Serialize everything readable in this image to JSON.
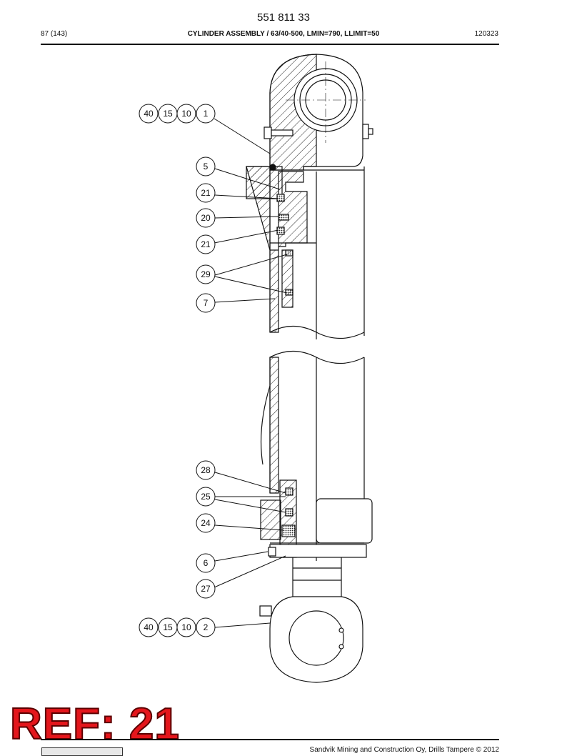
{
  "header": {
    "doc_number": "551 811 33",
    "page_counter": "87 (143)",
    "title": "CYLINDER ASSEMBLY / 63/40-500, LMIN=790, LLIMIT=50",
    "date_code": "120323"
  },
  "callouts": [
    {
      "id": "c1",
      "labels": [
        "40",
        "15",
        "10",
        "1"
      ]
    },
    {
      "id": "c2",
      "labels": [
        "5"
      ]
    },
    {
      "id": "c3",
      "labels": [
        "21"
      ]
    },
    {
      "id": "c4",
      "labels": [
        "20"
      ]
    },
    {
      "id": "c5",
      "labels": [
        "21"
      ]
    },
    {
      "id": "c6",
      "labels": [
        "29"
      ]
    },
    {
      "id": "c7",
      "labels": [
        "7"
      ]
    },
    {
      "id": "c8",
      "labels": [
        "28"
      ]
    },
    {
      "id": "c9",
      "labels": [
        "25"
      ]
    },
    {
      "id": "c10",
      "labels": [
        "24"
      ]
    },
    {
      "id": "c11",
      "labels": [
        "6"
      ]
    },
    {
      "id": "c12",
      "labels": [
        "27"
      ]
    },
    {
      "id": "c13",
      "labels": [
        "40",
        "15",
        "10",
        "2"
      ]
    }
  ],
  "ref_label": "REF: 21",
  "footer": {
    "copyright": "Sandvik Mining and Construction Oy, Drills Tampere © 2012"
  }
}
